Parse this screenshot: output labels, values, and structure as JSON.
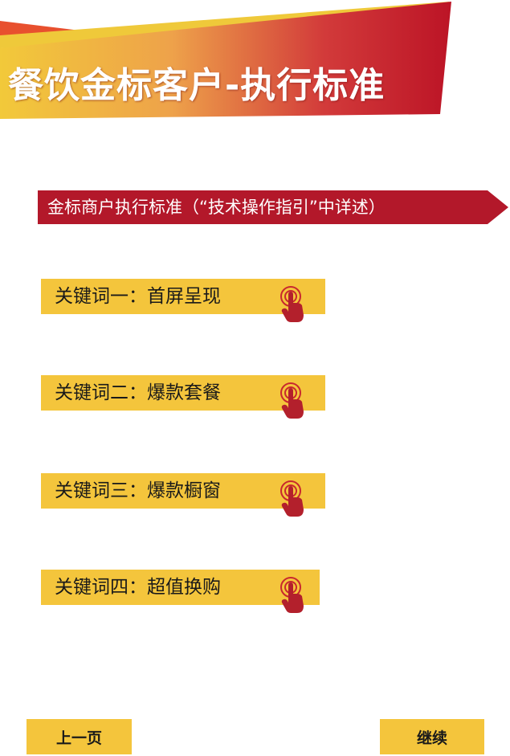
{
  "header": {
    "title": "餐饮金标客户-执行标准"
  },
  "subtitle": {
    "text": "金标商户执行标准（“技术操作指引”中详述）"
  },
  "keywords": [
    {
      "label": "关键词一：首屏呈现"
    },
    {
      "label": "关键词二：爆款套餐"
    },
    {
      "label": "关键词三：爆款橱窗"
    },
    {
      "label": "关键词四：超值换购"
    }
  ],
  "nav": {
    "prev_label": "上一页",
    "next_label": "继续"
  },
  "colors": {
    "banner_red": "#c0182c",
    "banner_yellow": "#efc93a",
    "keyword_yellow": "#f4c53c",
    "hand_red": "#b3202c",
    "subtitle_red": "#b3182a"
  },
  "icons": {
    "keyword_pointer": "hand-pointer-icon"
  }
}
